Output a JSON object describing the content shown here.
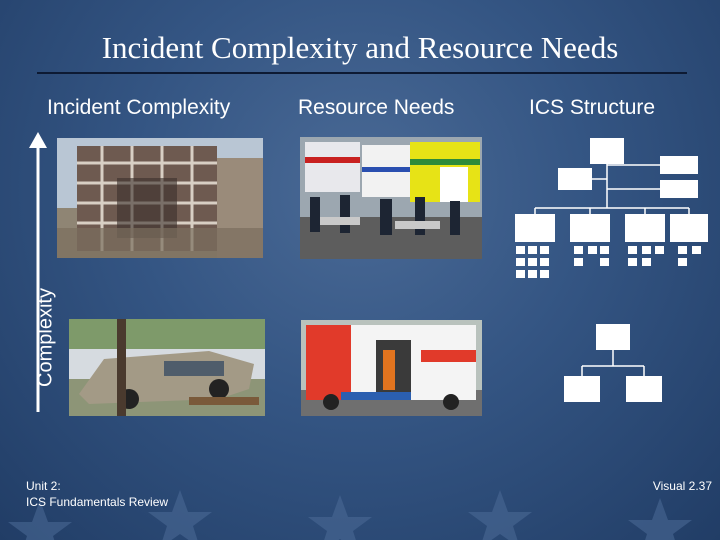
{
  "slide": {
    "title": "Incident Complexity and Resource Needs",
    "columns": {
      "complexity": "Incident Complexity",
      "resources": "Resource Needs",
      "structure": "ICS Structure"
    },
    "axis_label": "Complexity",
    "footer": {
      "unit": "Unit 2:",
      "subtitle": "ICS Fundamentals Review",
      "visual": "Visual 2.37"
    },
    "photos": {
      "collapsed_building": "collapsed-building-photo",
      "ambulance_fleet": "ambulance-fleet-photo",
      "car_crash": "car-crash-photo",
      "single_ambulance": "ambulance-photo"
    },
    "colors": {
      "background": "#345583",
      "text": "#ffffff",
      "org_box": "#ffffff"
    }
  }
}
